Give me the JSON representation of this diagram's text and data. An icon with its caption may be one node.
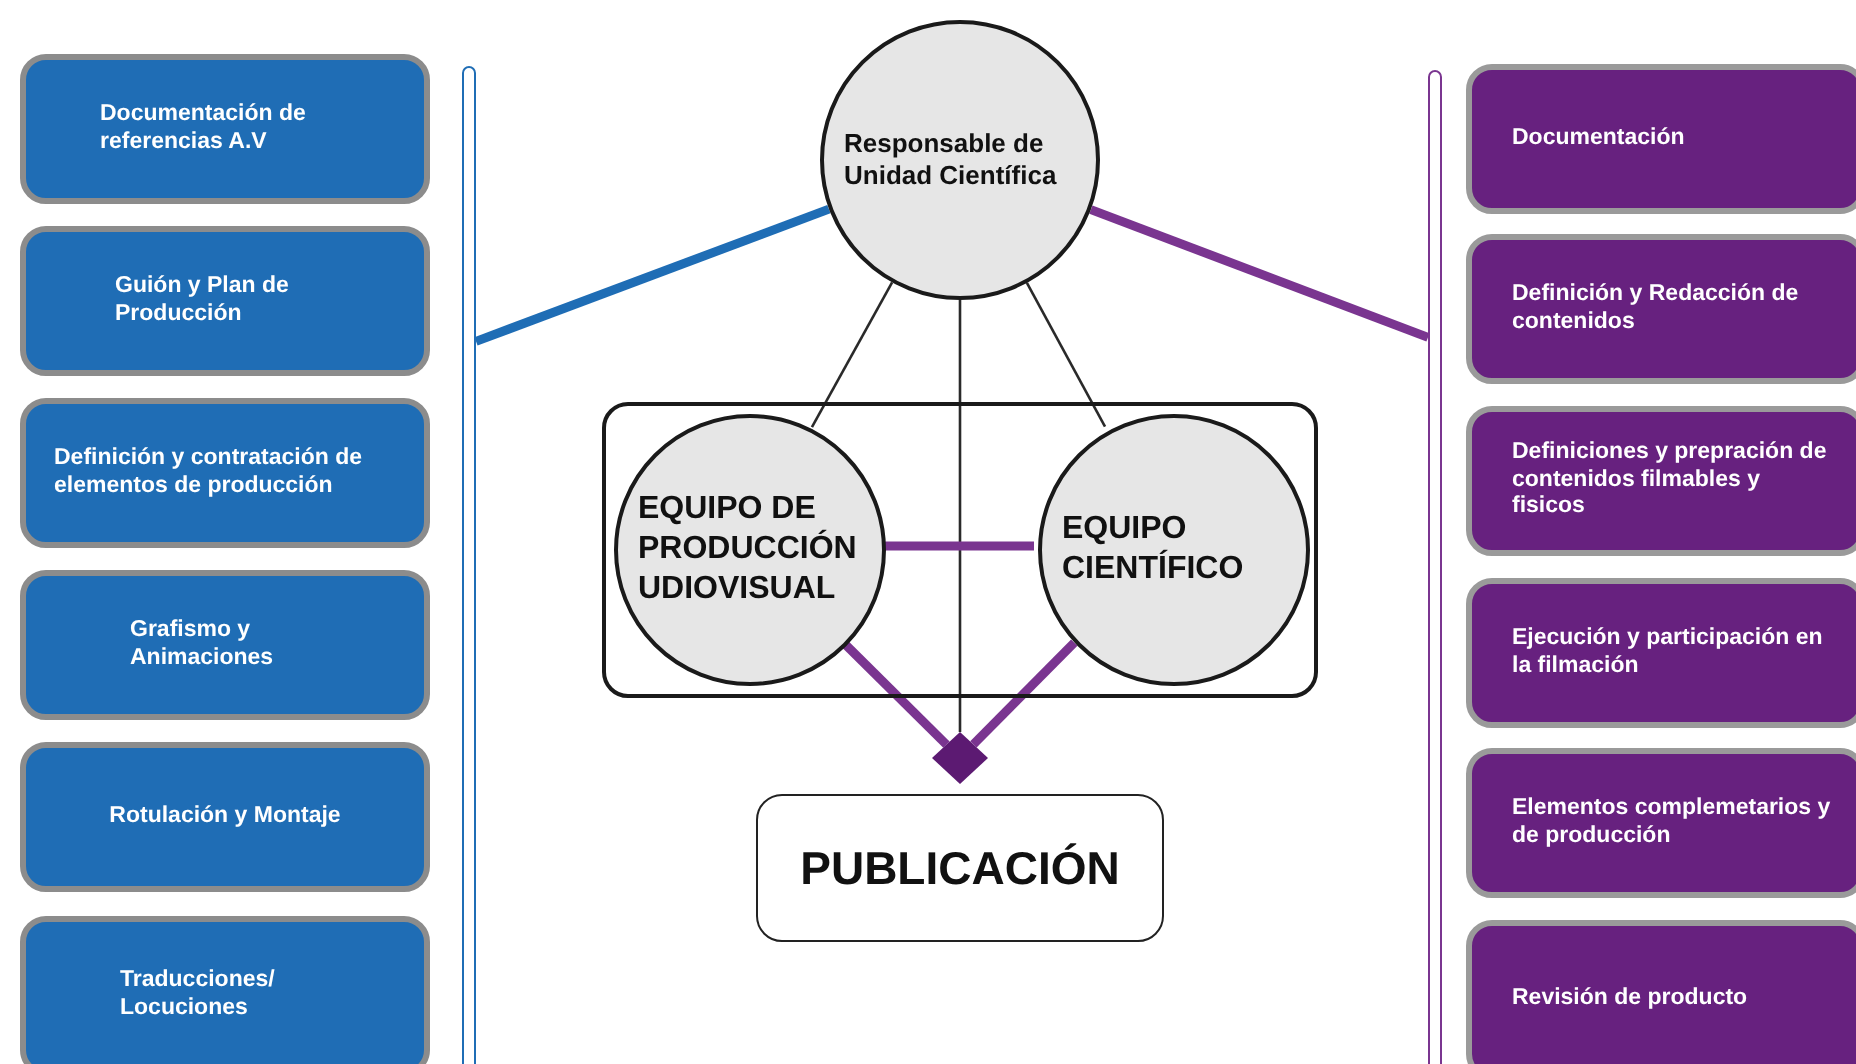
{
  "diagram": {
    "nodes": [
      {
        "text": [
          "Documentación de referencias A.V"
        ]
      },
      {
        "text": [
          "Guión y Plan de Producción"
        ]
      },
      {
        "text": [
          "Definición y contratación de elementos de producción"
        ]
      },
      {
        "text": [
          "Grafismo y Animaciones"
        ]
      },
      {
        "text": [
          "Rotulación y Montaje"
        ]
      },
      {
        "text": [
          "Traducciones/ Locuciones"
        ]
      },
      {
        "text": [],
        "shape": "bar"
      },
      {
        "text": [
          "Responsable de Unidad Científica"
        ]
      },
      {
        "text": [],
        "shape": "box"
      },
      {
        "text": [
          "EQUIPO DE PRODUCCIÓN UDIOVISUAL"
        ],
        "in": 8
      },
      {
        "text": [
          "EQUIPO CIENTÍFICO"
        ],
        "in": 8
      },
      {
        "text": [],
        "shape": "diamond"
      },
      {
        "text": [
          "PUBLICACIÓN"
        ]
      },
      {
        "text": [],
        "shape": "bar"
      },
      {
        "text": [
          "Documentación"
        ]
      },
      {
        "text": [
          "Definición y Redacción de contenidos"
        ]
      },
      {
        "text": [
          "Definiciones y prepración de contenidos filmables y fisicos"
        ]
      },
      {
        "text": [
          "Ejecución y participación en la filmación"
        ]
      },
      {
        "text": [
          "Elementos complemetarios y de producción"
        ]
      },
      {
        "text": [
          "Revisión de producto"
        ]
      }
    ],
    "edges": [
      {
        "from": 6,
        "to": 7,
        "arrow": "none",
        "color": "#1f6db5"
      },
      {
        "from": 7,
        "to": 13,
        "arrow": "none"
      },
      {
        "from": 7,
        "to": 9,
        "arrow": "none",
        "color": "#2a2a2a"
      },
      {
        "from": 7,
        "to": 10,
        "arrow": "none",
        "color": "#2a2a2a"
      },
      {
        "from": 7,
        "to": 11,
        "arrow": "none",
        "color": "#2a2a2a"
      },
      {
        "from": 9,
        "to": 10,
        "arrow": "none"
      },
      {
        "from": 9,
        "to": 11,
        "arrow": "none"
      },
      {
        "from": 10,
        "to": 11,
        "arrow": "none"
      }
    ]
  }
}
